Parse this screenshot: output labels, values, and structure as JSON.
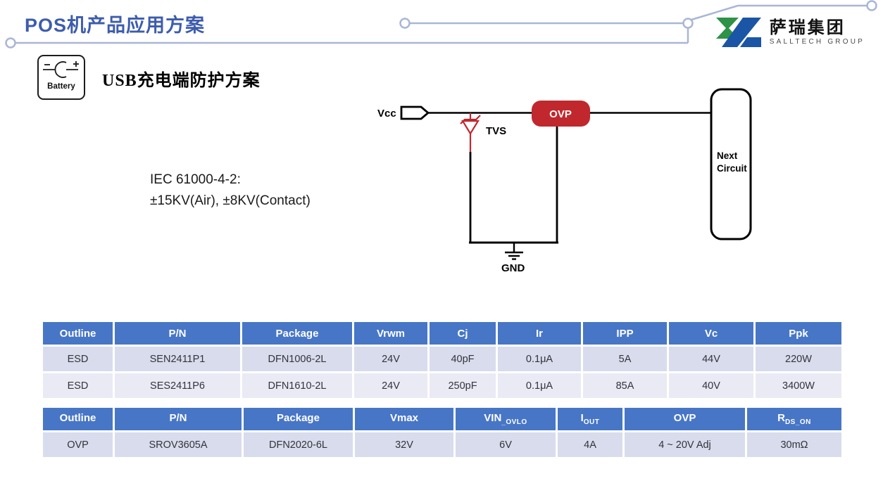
{
  "header": {
    "title": "POS机产品应用方案",
    "logo": {
      "cn": "萨瑞集团",
      "en": "SALLTECH GROUP"
    }
  },
  "section": {
    "battery_icon_label": "Battery",
    "heading_prefix": "USB",
    "heading_cn": "充电端防护方案",
    "standard_line1": "IEC 61000-4-2:",
    "standard_line2": "±15KV(Air), ±8KV(Contact)"
  },
  "circuit": {
    "vcc_label": "Vcc",
    "tvs_label": "TVS",
    "ovp_label": "OVP",
    "next_line1": "Next",
    "next_line2": "Circuit",
    "gnd_label": "GND"
  },
  "colors": {
    "title_blue": "#3D5CAD",
    "table_header_blue": "#4876C6",
    "row_shade_dark": "#D8DCEC",
    "row_shade_light": "#E9EAF4",
    "accent_red": "#C0282E",
    "decor_line": "#A9B6D6",
    "logo_green": "#2E9247",
    "logo_blue": "#1B55A5"
  },
  "tables": [
    {
      "headers": [
        "Outline",
        "P/N",
        "Package",
        "Vrwm",
        "Cj",
        "Ir",
        "IPP",
        "Vc",
        "Ppk"
      ],
      "rows": [
        [
          "ESD",
          "SEN2411P1",
          "DFN1006-2L",
          "24V",
          "40pF",
          "0.1μA",
          "5A",
          "44V",
          "220W"
        ],
        [
          "ESD",
          "SES2411P6",
          "DFN1610-2L",
          "24V",
          "250pF",
          "0.1μA",
          "85A",
          "40V",
          "3400W"
        ]
      ]
    },
    {
      "headers": [
        {
          "text": "Outline",
          "sub": ""
        },
        {
          "text": "P/N",
          "sub": ""
        },
        {
          "text": "Package",
          "sub": ""
        },
        {
          "text": "Vmax",
          "sub": ""
        },
        {
          "text": "VIN",
          "sub": "_OVLO"
        },
        {
          "text": "I",
          "sub": "OUT"
        },
        {
          "text": "OVP",
          "sub": ""
        },
        {
          "text": "R",
          "sub": "DS_ON"
        }
      ],
      "rows": [
        [
          "OVP",
          "SROV3605A",
          "DFN2020-6L",
          "32V",
          "6V",
          "4A",
          "4 ~ 20V Adj",
          "30mΩ"
        ]
      ]
    }
  ]
}
